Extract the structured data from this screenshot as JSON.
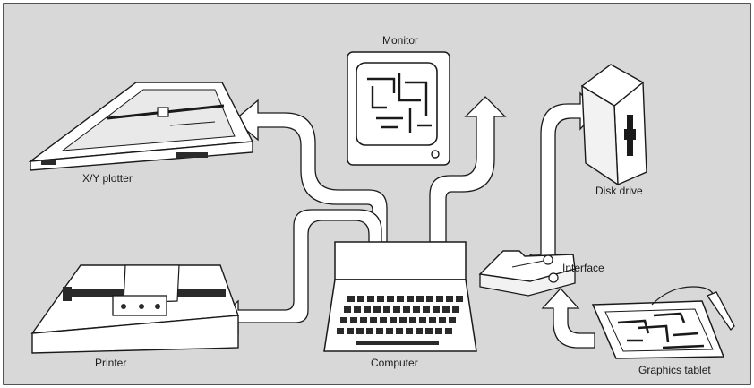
{
  "colors": {
    "background": "#d8d8d8",
    "device_fill": "#ffffff",
    "outline": "#1a1a1a",
    "arrow_fill": "#ffffff",
    "dark": "#2a2a2a"
  },
  "labels": {
    "monitor": "Monitor",
    "plotter": "X/Y plotter",
    "disk_drive": "Disk drive",
    "interface": "Interface",
    "printer": "Printer",
    "computer": "Computer",
    "tablet": "Graphics tablet"
  }
}
